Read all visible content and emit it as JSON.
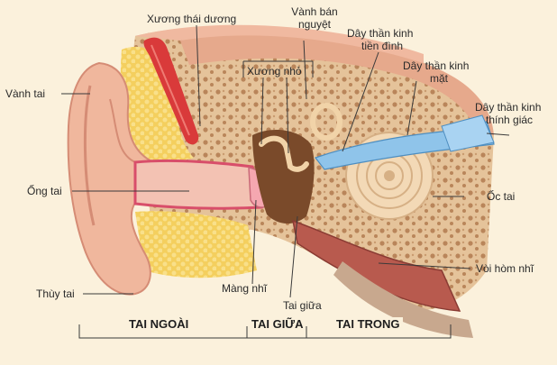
{
  "labels": {
    "temporal_bone": "Xương thái dương",
    "semicircular_canal": [
      "Vành bán",
      "nguyệt"
    ],
    "vestibular_nerve": [
      "Dây thần kinh",
      "tiền đình"
    ],
    "facial_nerve": [
      "Dây thần kinh",
      "mặt"
    ],
    "auditory_nerve": [
      "Dây thần kinh",
      "thính giác"
    ],
    "ossicles": "Xương nhỏ",
    "auricle": "Vành tai",
    "ear_canal": "Ống tai",
    "cochlea": "Ốc tai",
    "eustachian_tube": "Vòi hòm nhĩ",
    "earlobe": "Thùy tai",
    "eardrum": "Màng nhĩ",
    "middle_cavity": "Tai giữa"
  },
  "sections": {
    "outer": "TAI NGOÀI",
    "middle": "TAI GIỮA",
    "inner": "TAI TRONG"
  },
  "colors": {
    "background": "#fbf1dc",
    "bone": "#e8c9a0",
    "skin": "#f2b79f",
    "canal": "#e89a92",
    "fat": "#f6d771",
    "muscle": "#d93a3a",
    "nerve": "#8fc4ea",
    "cavity": "#7a4a2a",
    "tube": "#b85a4e"
  }
}
